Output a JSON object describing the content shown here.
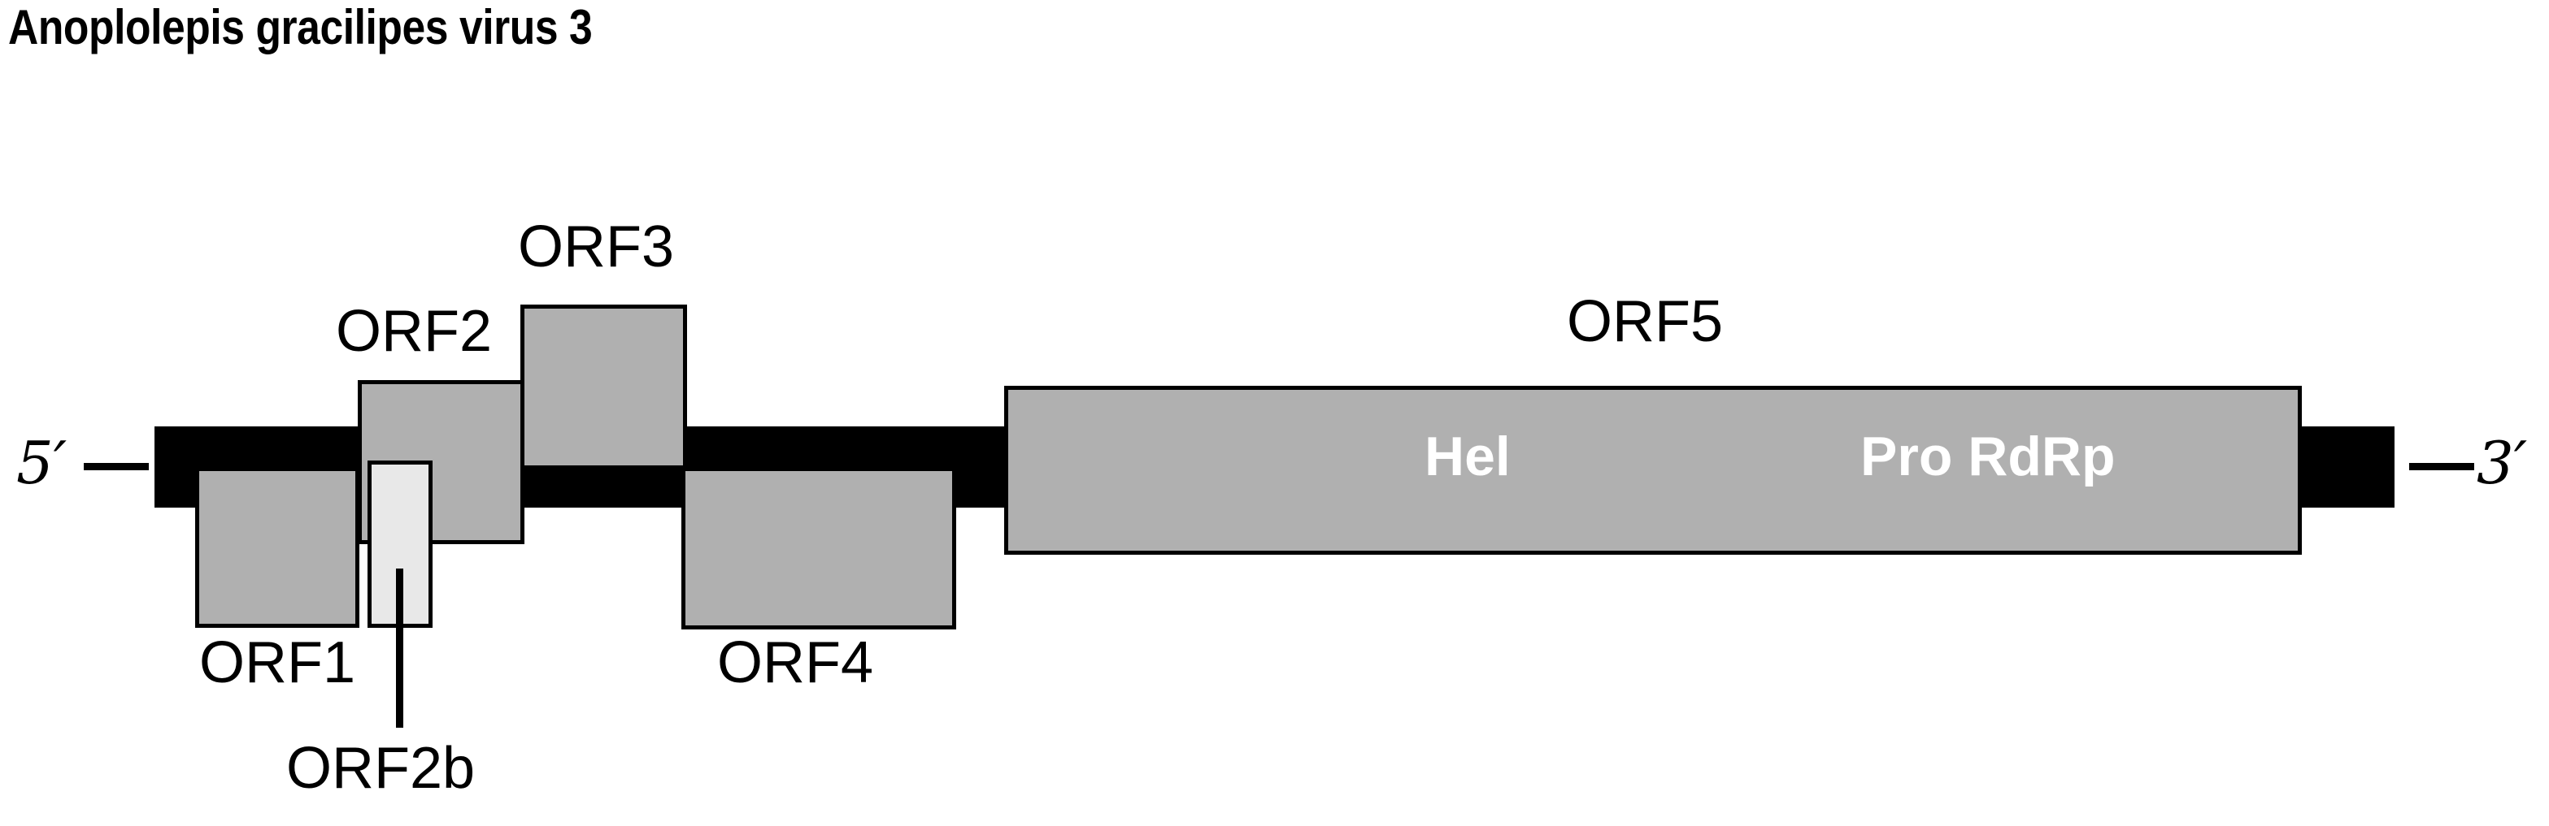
{
  "figure": {
    "title": "Anoplolepis gracilipes virus 3",
    "type": "virus-genome-organization-diagram"
  },
  "termini": {
    "five_prime": "5′",
    "three_prime": "3′"
  },
  "colors": {
    "backbone": "#000000",
    "orf_fill": "#b0b0b0",
    "orf_fill_pale": "#e8e8e8",
    "orf_stroke": "#000000",
    "domain_text": "#ffffff",
    "background": "#ffffff"
  },
  "orfs": [
    {
      "id": "orf1",
      "label": "ORF1",
      "fill": "#b0b0b0",
      "label_position": "below"
    },
    {
      "id": "orf2",
      "label": "ORF2",
      "fill": "#b0b0b0",
      "label_position": "above"
    },
    {
      "id": "orf2b",
      "label": "ORF2b",
      "fill": "#e8e8e8",
      "label_position": "below-leader"
    },
    {
      "id": "orf3",
      "label": "ORF3",
      "fill": "#b0b0b0",
      "label_position": "above"
    },
    {
      "id": "orf4",
      "label": "ORF4",
      "fill": "#b0b0b0",
      "label_position": "below"
    },
    {
      "id": "orf5",
      "label": "ORF5",
      "fill": "#b0b0b0",
      "label_position": "above"
    }
  ],
  "domains": [
    {
      "id": "hel",
      "label": "Hel",
      "within": "orf5"
    },
    {
      "id": "pro",
      "label": "Pro RdRp",
      "within": "orf5"
    }
  ]
}
